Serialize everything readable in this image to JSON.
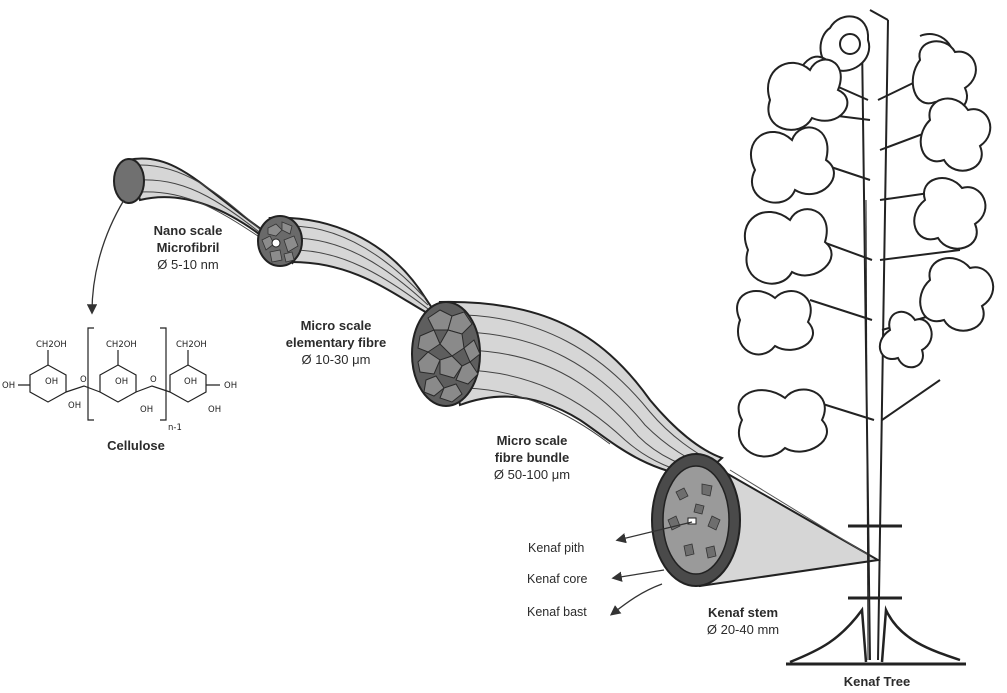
{
  "labels": {
    "nano": {
      "title1": "Nano scale",
      "title2": "Microfibril",
      "dim": "Ø  5-10 nm"
    },
    "elementary": {
      "title1": "Micro scale",
      "title2": "elementary fibre",
      "dim": "Ø  10-30 μm"
    },
    "bundle": {
      "title1": "Micro scale",
      "title2": "fibre bundle",
      "dim": "Ø  50-100 μm"
    },
    "stem": {
      "title": "Kenaf stem",
      "dim": "Ø  20-40 mm"
    },
    "tree": "Kenaf Tree",
    "cellulose": "Cellulose",
    "pith": "Kenaf pith",
    "core": "Kenaf core",
    "bast": "Kenaf bast"
  },
  "chemistry": {
    "ch2oh": "CH2OH",
    "oh": "OH",
    "o": "O",
    "repeat": "n-1"
  }
}
